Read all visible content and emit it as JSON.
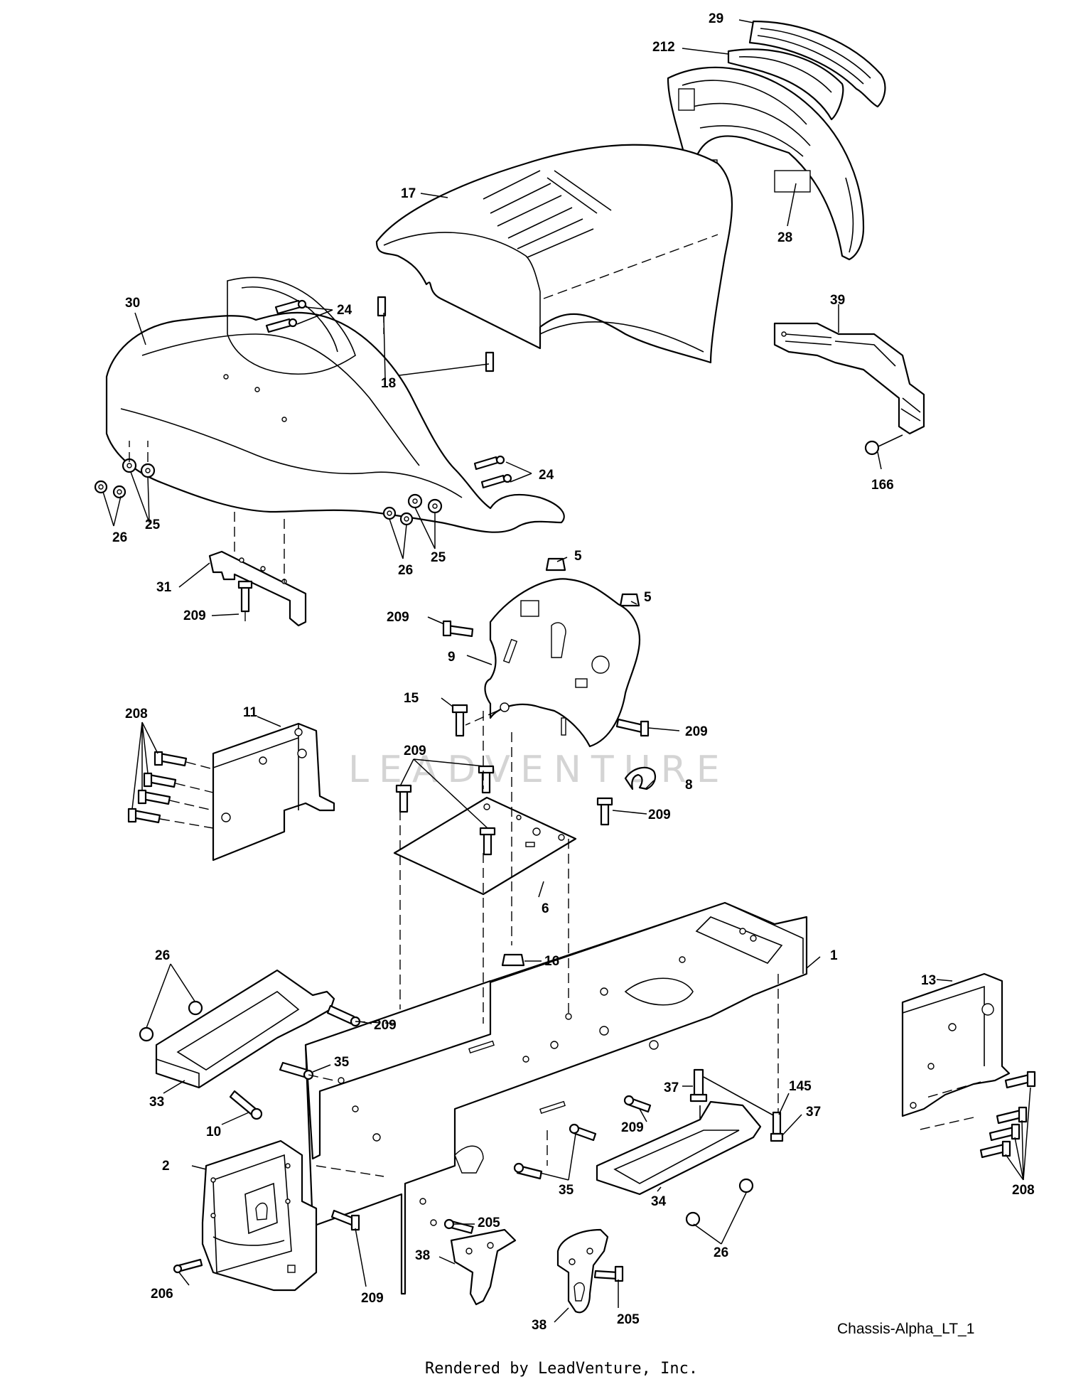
{
  "diagram": {
    "caption": "Chassis-Alpha_LT_1",
    "footer": "Rendered by LeadVenture, Inc.",
    "watermark": "LEADVENTURE"
  },
  "callouts": [
    {
      "id": "29",
      "text": "29"
    },
    {
      "id": "212",
      "text": "212"
    },
    {
      "id": "17",
      "text": "17"
    },
    {
      "id": "28",
      "text": "28"
    },
    {
      "id": "30",
      "text": "30"
    },
    {
      "id": "24a",
      "text": "24"
    },
    {
      "id": "18",
      "text": "18"
    },
    {
      "id": "39",
      "text": "39"
    },
    {
      "id": "166",
      "text": "166"
    },
    {
      "id": "24b",
      "text": "24"
    },
    {
      "id": "26a",
      "text": "26"
    },
    {
      "id": "25a",
      "text": "25"
    },
    {
      "id": "26b",
      "text": "26"
    },
    {
      "id": "25b",
      "text": "25"
    },
    {
      "id": "5a",
      "text": "5"
    },
    {
      "id": "5b",
      "text": "5"
    },
    {
      "id": "31",
      "text": "31"
    },
    {
      "id": "209a",
      "text": "209"
    },
    {
      "id": "209b",
      "text": "209"
    },
    {
      "id": "9",
      "text": "9"
    },
    {
      "id": "15",
      "text": "15"
    },
    {
      "id": "209c",
      "text": "209"
    },
    {
      "id": "208a",
      "text": "208"
    },
    {
      "id": "11",
      "text": "11"
    },
    {
      "id": "209d",
      "text": "209"
    },
    {
      "id": "8",
      "text": "8"
    },
    {
      "id": "209e",
      "text": "209"
    },
    {
      "id": "6",
      "text": "6"
    },
    {
      "id": "16",
      "text": "16"
    },
    {
      "id": "1",
      "text": "1"
    },
    {
      "id": "26c",
      "text": "26"
    },
    {
      "id": "13",
      "text": "13"
    },
    {
      "id": "209f",
      "text": "209"
    },
    {
      "id": "35a",
      "text": "35"
    },
    {
      "id": "33",
      "text": "33"
    },
    {
      "id": "10",
      "text": "10"
    },
    {
      "id": "37a",
      "text": "37"
    },
    {
      "id": "145",
      "text": "145"
    },
    {
      "id": "37b",
      "text": "37"
    },
    {
      "id": "209g",
      "text": "209"
    },
    {
      "id": "2",
      "text": "2"
    },
    {
      "id": "35b",
      "text": "35"
    },
    {
      "id": "34",
      "text": "34"
    },
    {
      "id": "208b",
      "text": "208"
    },
    {
      "id": "205a",
      "text": "205"
    },
    {
      "id": "26d",
      "text": "26"
    },
    {
      "id": "38a",
      "text": "38"
    },
    {
      "id": "206",
      "text": "206"
    },
    {
      "id": "209h",
      "text": "209"
    },
    {
      "id": "38b",
      "text": "38"
    },
    {
      "id": "205b",
      "text": "205"
    }
  ]
}
